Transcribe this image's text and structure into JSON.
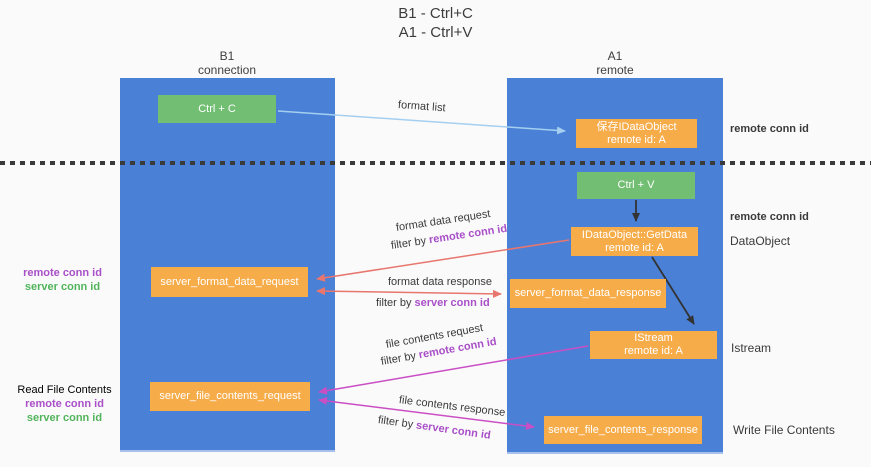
{
  "title": {
    "line1": "B1 - Ctrl+C",
    "line2": "A1 - Ctrl+V"
  },
  "columns": {
    "left": {
      "title": "B1",
      "subtitle": "connection"
    },
    "right": {
      "title": "A1",
      "subtitle": "remote"
    }
  },
  "nodes": {
    "ctrl_c": {
      "label": "Ctrl + C"
    },
    "ctrl_v": {
      "label": "Ctrl + V"
    },
    "save_idataobject": {
      "line1": "保存IDataObject",
      "line2": "remote id: A"
    },
    "getdata": {
      "line1": "IDataObject::GetData",
      "line2": "remote id: A"
    },
    "istream": {
      "line1": "IStream",
      "line2": "remote id: A"
    },
    "server_format_data_request": {
      "label": "server_format_data_request"
    },
    "server_format_data_response": {
      "label": "server_format_data_response"
    },
    "server_file_contents_request": {
      "label": "server_file_contents_request"
    },
    "server_file_contents_response": {
      "label": "server_file_contents_response"
    }
  },
  "arrow_labels": {
    "format_list": "format list",
    "format_data_request": "format data request",
    "format_data_response": "format data response",
    "file_contents_request": "file contents request",
    "file_contents_response": "file contents response",
    "filter_by": "filter by",
    "remote_conn_id": "remote conn id",
    "server_conn_id": "server conn id"
  },
  "side_labels": {
    "remote_conn_id_top_right": "remote conn id",
    "remote_conn_id_mid_right": "remote conn id",
    "dataobject": "DataObject",
    "istream": "Istream",
    "write_file_contents": "Write File Contents",
    "read_file_contents": "Read File Contents",
    "remote_conn_id_left_top": "remote conn id",
    "server_conn_id_left_top": "server conn id",
    "remote_conn_id_left_bottom": "remote conn id",
    "server_conn_id_left_bottom": "server conn id"
  },
  "colors": {
    "column_blue": "#4A81D6",
    "box_green": "#72BE73",
    "box_orange": "#F7AC4A",
    "arrow_light_blue": "#A4CFF0",
    "arrow_red": "#E8766E",
    "arrow_magenta": "#CA4EC4",
    "text_purple": "#A94FC8",
    "text_green": "#51B45B",
    "dashed_line": "#3A3A3A"
  }
}
